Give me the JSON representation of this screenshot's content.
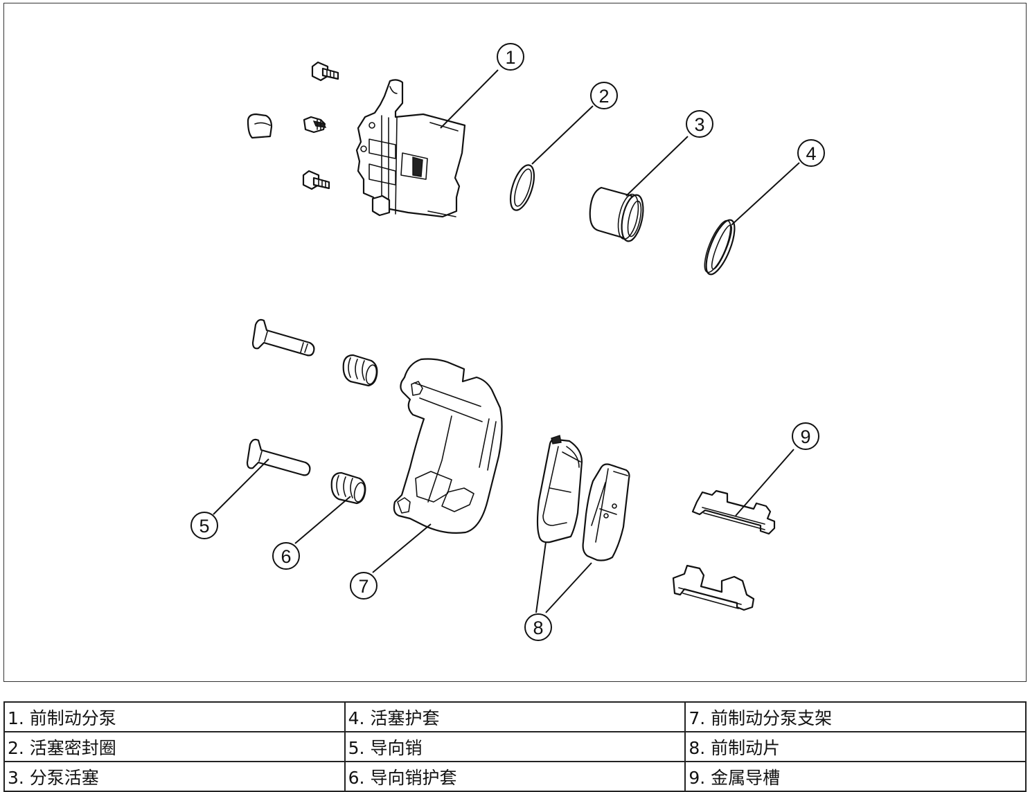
{
  "callouts": [
    "1",
    "2",
    "3",
    "4",
    "5",
    "6",
    "7",
    "8",
    "9"
  ],
  "legend": [
    [
      "1. 前制动分泵",
      "4. 活塞护套",
      "7. 前制动分泵支架"
    ],
    [
      "2. 活塞密封圈",
      "5. 导向销",
      "8. 前制动片"
    ],
    [
      "3. 分泵活塞",
      "6. 导向销护套",
      "9. 金属导槽"
    ]
  ]
}
